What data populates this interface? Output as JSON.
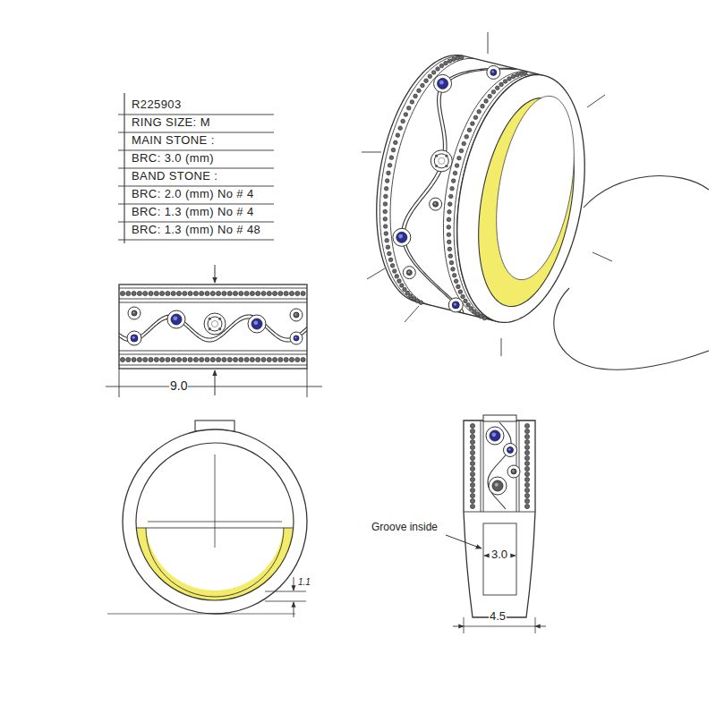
{
  "diagram": {
    "labels": [
      "R225903",
      "RING SIZE: M",
      "MAIN STONE :",
      "BRC: 3.0 (mm)",
      "BAND STONE :",
      "BRC: 2.0 (mm) No # 4",
      "BRC: 1.3 (mm) No # 4",
      "BRC: 1.3 (mm) No # 48",
      "9.0",
      "1.1",
      "Groove inside",
      "3.0",
      "4.5"
    ]
  }
}
